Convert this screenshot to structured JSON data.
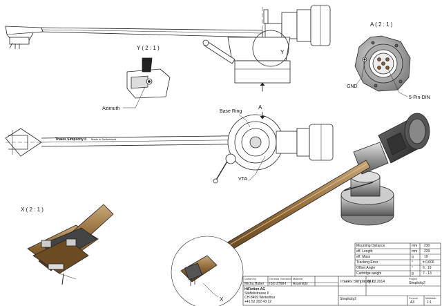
{
  "views": {
    "y_label": "Y ( 2 : 1 )",
    "a_label": "A ( 2 : 1 )",
    "x_label": "X ( 2 : 1 )",
    "y_marker": "Y",
    "a_marker": "A",
    "x_marker": "X"
  },
  "annotations": {
    "azimuth": "Azimuth",
    "gnd": "GND",
    "pin_din": "5-Pin-DIN",
    "base_ring": "Base Ring",
    "vta": "VTA"
  },
  "arm_engraving": {
    "name": "Thales Simplicity II",
    "origin": "Made in Switzerland"
  },
  "specs": [
    {
      "name": "Mounting Distance",
      "unit": "mm",
      "value": "230"
    },
    {
      "name": "eff. Length",
      "unit": "mm",
      "value": "229"
    },
    {
      "name": "eff. Mass",
      "unit": "g",
      "value": "19"
    },
    {
      "name": "Tracking Error",
      "unit": "°",
      "value": "± 0,006"
    },
    {
      "name": "Offset Angle",
      "unit": "°",
      "value": "6 , 19"
    },
    {
      "name": "Cartridge weight",
      "unit": "g",
      "value": "7 - 13"
    }
  ],
  "title_block": {
    "drawn_by_label": "Drawn by",
    "drawn_by": "Micha Huber",
    "tolerance_label": "General Tolerance",
    "tolerance": "ISO 2768-f",
    "material_label": "Material",
    "material": "Assembly",
    "company": "HiFiction AG",
    "street": "Stäffelistrasse 6",
    "city": "CH-8409 Winterthur",
    "phone": "+41 52 202 43 12",
    "title": "Thales Simplicity II",
    "date": "06.02.2014",
    "project_label": "Project",
    "project": "Simplicity2",
    "drawing_name": "Simplicity2",
    "format_label": "Format",
    "format": "A3",
    "scale_label": "Maßstab",
    "scale": "1:1"
  }
}
